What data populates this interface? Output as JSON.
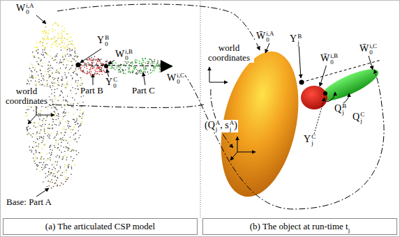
{
  "diagram": {
    "nodes": [
      {
        "text": [
          "(a) The articulated CSP model"
        ]
      },
      {
        "text": [
          "(b) The object at run-time t",
          "j"
        ]
      }
    ],
    "labels": [
      "W",
      "0",
      "i,A",
      "Y",
      "0",
      "B",
      "W",
      "0",
      "i,B",
      "world coordinates",
      "Part B",
      "Part C",
      "Y",
      "0",
      "C",
      "W",
      "0",
      "i,C",
      "Base: Part A",
      "W̄",
      "0",
      "i,A",
      "Y",
      "j",
      "B",
      "W̄",
      "0",
      "i,B",
      "world coordinates",
      "(Q",
      "j",
      "A",
      ", s",
      "j",
      "A",
      ")",
      "Q",
      "j",
      "B",
      "Q",
      "j",
      "C",
      "W̄",
      "0",
      "i,C",
      "Y",
      "j",
      "C"
    ]
  }
}
